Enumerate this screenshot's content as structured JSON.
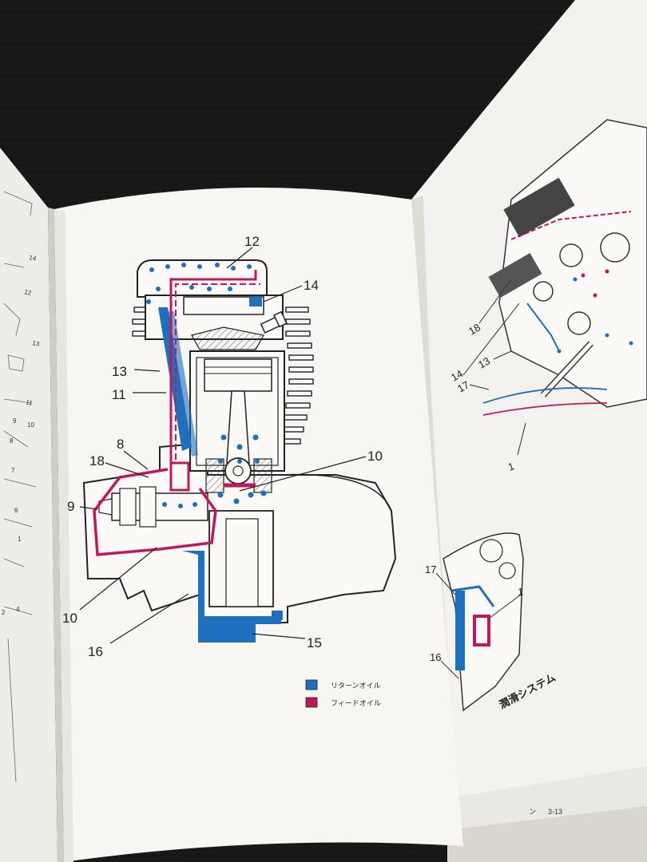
{
  "colors": {
    "return_oil": "#1f6fbf",
    "feed_oil": "#c2185b",
    "paper": "#f7f6f2",
    "ink": "#222222"
  },
  "main_diagram": {
    "callouts": [
      "12",
      "14",
      "13",
      "11",
      "8",
      "18",
      "9",
      "10",
      "10",
      "16",
      "15"
    ]
  },
  "legend": {
    "return_oil_label": "リターンオイル",
    "feed_oil_label": "フィードオイル"
  },
  "right_page": {
    "top_callouts": [
      "18",
      "13",
      "14",
      "17",
      "1"
    ],
    "inset_callouts": [
      "17",
      "1",
      "16"
    ],
    "title": "潤滑システム",
    "page_number": "3-13",
    "page_prefix": "ン"
  },
  "left_page": {
    "callouts": [
      "14",
      "12",
      "13",
      "11",
      "9",
      "10",
      "8",
      "7",
      "6",
      "1",
      "2",
      "4"
    ]
  }
}
